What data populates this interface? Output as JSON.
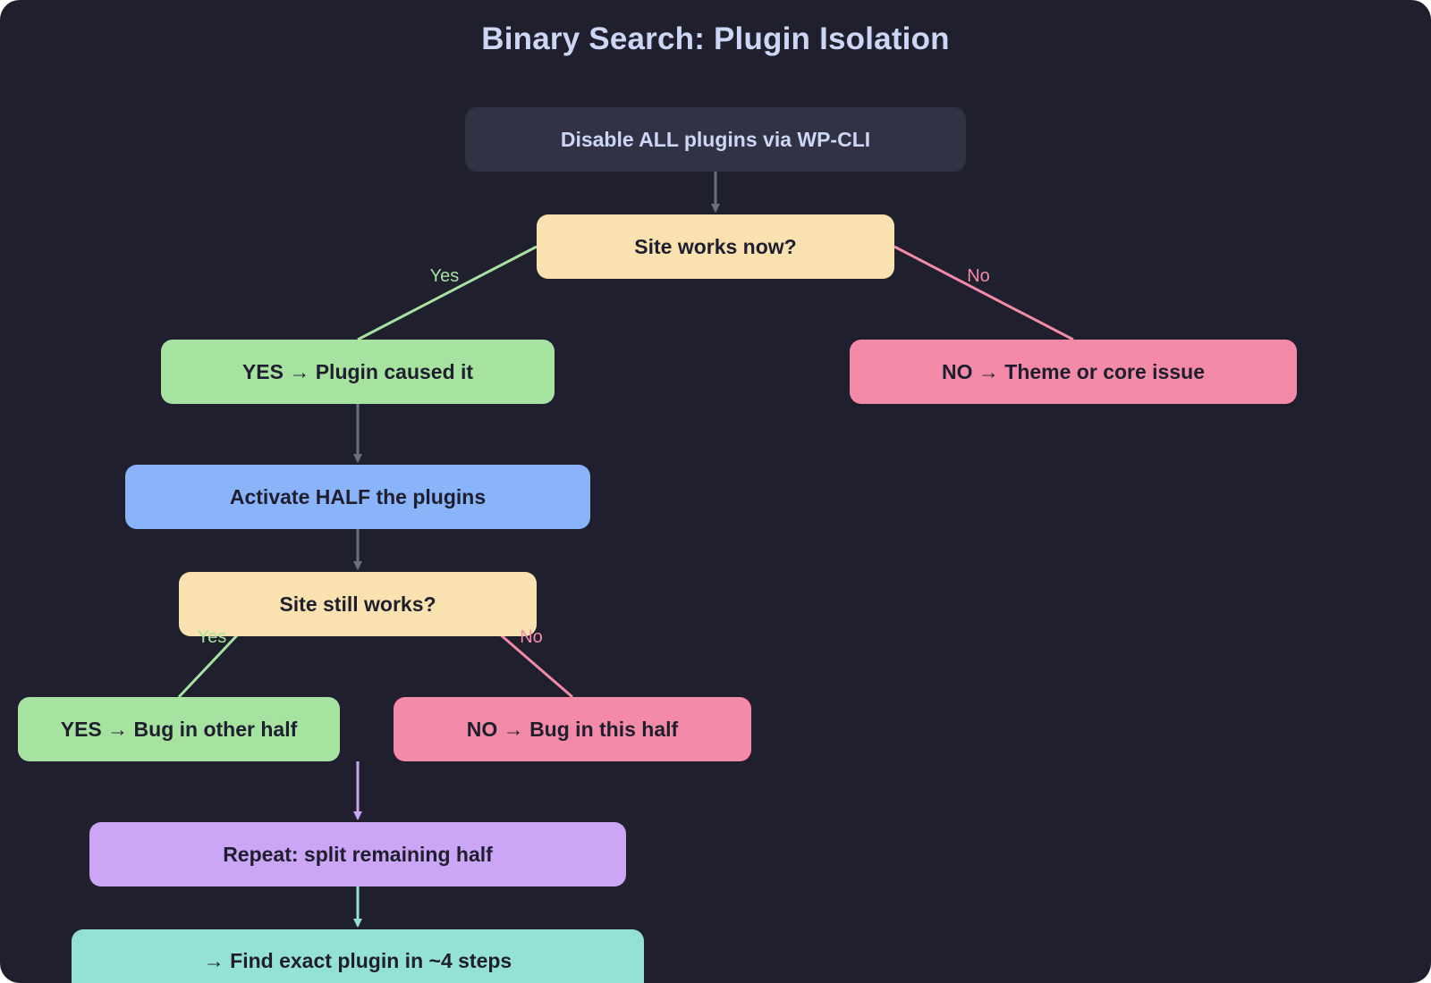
{
  "title": "Binary Search: Plugin Isolation",
  "colors": {
    "background": "#1f1f2e",
    "text_light": "#cdd6f4",
    "text_dark": "#1e1e2e",
    "arrow_gray": "#6c7086",
    "yes_green": "#a6e3a1",
    "no_pink": "#f38ba8",
    "process_blue": "#89b4fa",
    "decision_yellow": "#f9e2af",
    "repeat_purple": "#cba6f7",
    "final_teal": "#94e2d5",
    "start_dark": "#313244"
  },
  "nodes": {
    "start": "Disable ALL plugins via WP-CLI",
    "decision1": "Site works now?",
    "yes1": "YES → Plugin caused it",
    "no1": "NO → Theme or core issue",
    "activate": "Activate HALF the plugins",
    "decision2": "Site still works?",
    "yes2": "YES → Bug in other half",
    "no2": "NO → Bug in this half",
    "repeat": "Repeat: split remaining half",
    "final": "→ Find exact plugin in ~4 steps"
  },
  "edge_labels": {
    "yes1": "Yes",
    "no1": "No",
    "yes2": "Yes",
    "no2": "No"
  }
}
